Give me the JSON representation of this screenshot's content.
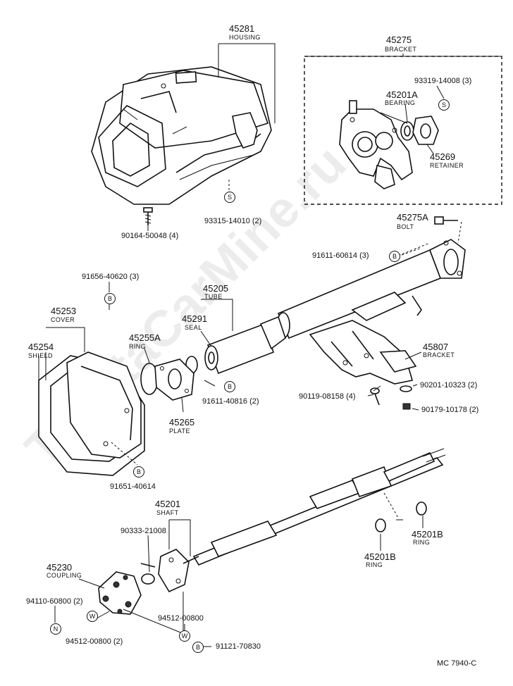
{
  "watermark": "ToyotaCarMine.ru",
  "diagram_code": "MC  7940-C",
  "parts": {
    "housing": {
      "number": "45281",
      "name": "HOUSING"
    },
    "bracket_top": {
      "number": "45275",
      "name": "BRACKET"
    },
    "bearing": {
      "number": "45201A",
      "name": "BEARING"
    },
    "screw_93319": {
      "number": "93319-14008 (3)"
    },
    "retainer": {
      "number": "45269",
      "name": "RETAINER"
    },
    "screw_90164": {
      "number": "90164-50048 (4)"
    },
    "screw_93315": {
      "number": "93315-14010 (2)"
    },
    "bolt": {
      "number": "45275A",
      "name": "BOLT"
    },
    "bolt_91611_60614": {
      "number": "91611-60614 (3)"
    },
    "bolt_91656": {
      "number": "91656-40620 (3)"
    },
    "cover": {
      "number": "45253",
      "name": "COVER"
    },
    "shield": {
      "number": "45254",
      "name": "SHIELD"
    },
    "tube": {
      "number": "45205",
      "name": "TUBE"
    },
    "seal": {
      "number": "45291",
      "name": "SEAL"
    },
    "ring_a": {
      "number": "45255A",
      "name": "RING"
    },
    "bracket_lower": {
      "number": "45807",
      "name": "BRACKET"
    },
    "bolt_91611_40816": {
      "number": "91611-40816 (2)"
    },
    "plate": {
      "number": "45265",
      "name": "PLATE"
    },
    "bolt_90119": {
      "number": "90119-08158 (4)"
    },
    "washer_90201": {
      "number": "90201-10323 (2)"
    },
    "nut_90179": {
      "number": "90179-10178 (2)"
    },
    "bolt_91651": {
      "number": "91651-40614"
    },
    "shaft": {
      "number": "45201",
      "name": "SHAFT"
    },
    "part_90333": {
      "number": "90333-21008"
    },
    "ring_b_right": {
      "number": "45201B",
      "name": "RING"
    },
    "ring_b_mid": {
      "number": "45201B",
      "name": "RING"
    },
    "coupling": {
      "number": "45230",
      "name": "COUPLING"
    },
    "nut_94110": {
      "number": "94110-60800 (2)"
    },
    "washer_94512_a": {
      "number": "94512-00800"
    },
    "washer_94512_b": {
      "number": "94512-00800 (2)"
    },
    "bolt_91121": {
      "number": "91121-70830"
    }
  },
  "symbols": {
    "s": "S",
    "b": "B",
    "n": "N",
    "w": "W"
  }
}
